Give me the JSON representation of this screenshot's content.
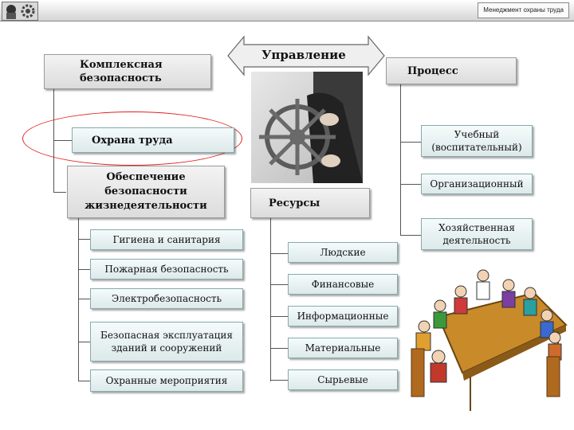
{
  "header": {
    "label": "Менеджмент охраны труда",
    "logo_icon": "helmet-gear-icon"
  },
  "diagram": {
    "management": "Управление",
    "complex_safety": "Комплексная безопасность",
    "process": "Процесс",
    "labor_protection": "Охрана труда",
    "life_safety": "Обеспечение безопасности жизнедеятельности",
    "resources": "Ресурсы",
    "safety_items": [
      "Гигиена и санитария",
      "Пожарная безопасность",
      "Электробезопасность",
      "Безопасная эксплуатация зданий и сооружений",
      "Охранные мероприятия"
    ],
    "resource_items": [
      "Людские",
      "Финансовые",
      "Информационные",
      "Материальные",
      "Сырьевые"
    ],
    "process_items": [
      "Учебный (воспитательный)",
      "Организационный",
      "Хозяйственная деятельность"
    ]
  },
  "images": {
    "helm": "ship-helm-photo",
    "meeting": "meeting-clipart"
  },
  "colors": {
    "highlight": "#e02020",
    "teal_fill": "#dde9ea"
  }
}
